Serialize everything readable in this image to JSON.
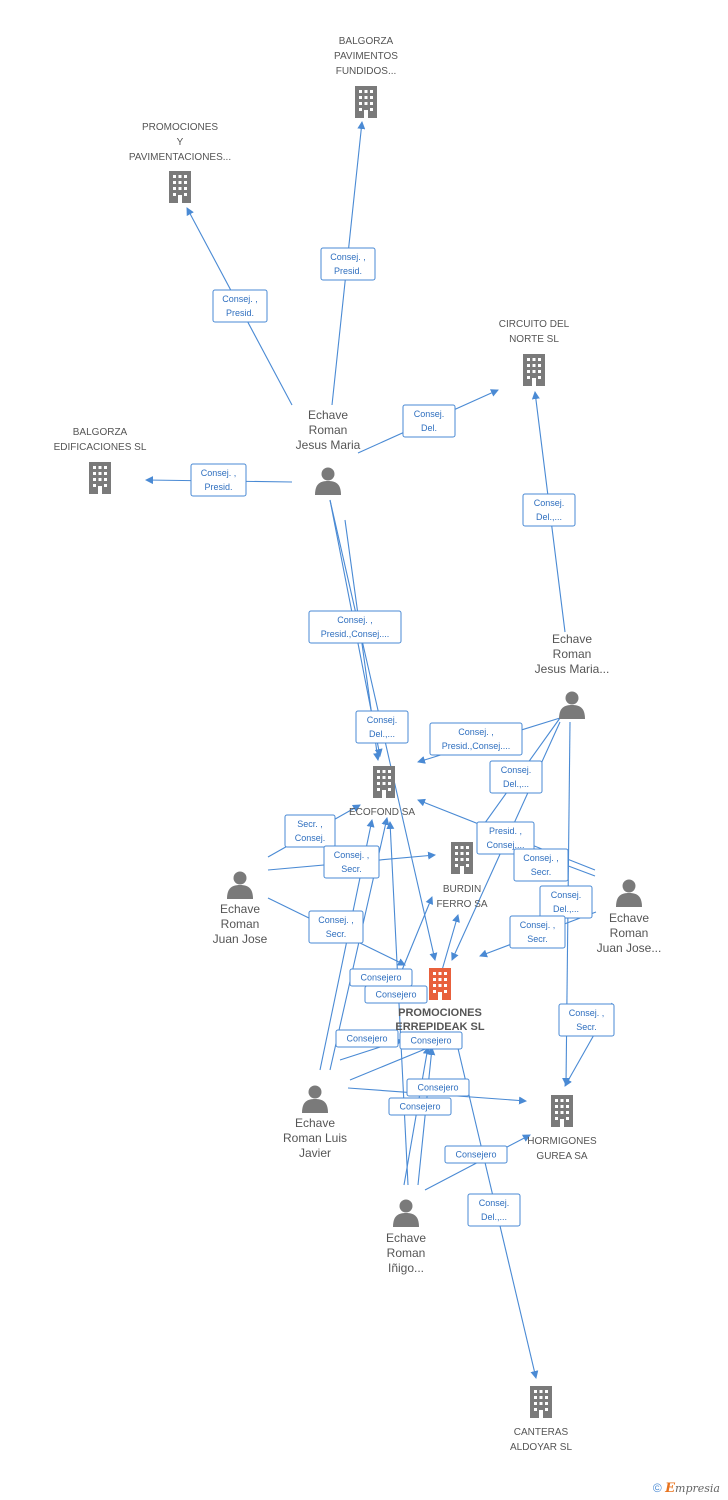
{
  "colors": {
    "edge": "#4a8ad4",
    "company": "#7a7a7a",
    "main_company": "#e8603c",
    "person": "#7a7a7a",
    "label_text": "#2f6fbf"
  },
  "nodes": [
    {
      "id": "balgorza_pav",
      "type": "company",
      "lines": [
        "BALGORZA",
        "PAVIMENTOS",
        "FUNDIDOS..."
      ]
    },
    {
      "id": "promo_pav",
      "type": "company",
      "lines": [
        "PROMOCIONES",
        "Y",
        "PAVIMENTACIONES..."
      ]
    },
    {
      "id": "circuito",
      "type": "company",
      "lines": [
        "CIRCUITO DEL",
        "NORTE SL"
      ]
    },
    {
      "id": "balgorza_edif",
      "type": "company",
      "lines": [
        "BALGORZA",
        "EDIFICACIONES SL"
      ]
    },
    {
      "id": "p_jesus",
      "type": "person",
      "lines": [
        "Echave",
        "Roman",
        "Jesus Maria"
      ]
    },
    {
      "id": "p_jesus2",
      "type": "person",
      "lines": [
        "Echave",
        "Roman",
        "Jesus Maria..."
      ]
    },
    {
      "id": "ecofond",
      "type": "company",
      "lines": [
        "ECOFOND SA"
      ]
    },
    {
      "id": "burdin",
      "type": "company",
      "lines": [
        "BURDIN",
        "FERRO SA"
      ]
    },
    {
      "id": "p_juanjose",
      "type": "person",
      "lines": [
        "Echave",
        "Roman",
        "Juan Jose"
      ]
    },
    {
      "id": "p_juanjose2",
      "type": "person",
      "lines": [
        "Echave",
        "Roman",
        "Juan Jose..."
      ]
    },
    {
      "id": "main",
      "type": "main",
      "lines": [
        "PROMOCIONES",
        "ERREPIDEAK SL"
      ]
    },
    {
      "id": "p_luis",
      "type": "person",
      "lines": [
        "Echave",
        "Roman Luis",
        "Javier"
      ]
    },
    {
      "id": "hormigones",
      "type": "company",
      "lines": [
        "HORMIGONES",
        "GUREA SA"
      ]
    },
    {
      "id": "p_inigo",
      "type": "person",
      "lines": [
        "Echave",
        "Roman",
        "Iñigo..."
      ]
    },
    {
      "id": "canteras",
      "type": "company",
      "lines": [
        "CANTERAS",
        "ALDOYAR SL"
      ]
    }
  ],
  "edge_labels": [
    {
      "id": "l1",
      "lines": [
        "Consej. ,",
        "Presid."
      ]
    },
    {
      "id": "l2",
      "lines": [
        "Consej. ,",
        "Presid."
      ]
    },
    {
      "id": "l3",
      "lines": [
        "Consej.",
        "Del."
      ]
    },
    {
      "id": "l4",
      "lines": [
        "Consej. ,",
        "Presid."
      ]
    },
    {
      "id": "l5",
      "lines": [
        "Consej.",
        "Del.,..."
      ]
    },
    {
      "id": "l6",
      "lines": [
        "Consej. ,",
        "Presid.,Consej...."
      ]
    },
    {
      "id": "l7",
      "lines": [
        "Consej.",
        "Del.,..."
      ]
    },
    {
      "id": "l8",
      "lines": [
        "Consej. ,",
        "Presid.,Consej...."
      ]
    },
    {
      "id": "l9",
      "lines": [
        "Consej.",
        "Del.,..."
      ]
    },
    {
      "id": "l10",
      "lines": [
        "Secr. ,",
        "Consej."
      ]
    },
    {
      "id": "l11",
      "lines": [
        "Consej. ,",
        "Secr."
      ]
    },
    {
      "id": "l12",
      "lines": [
        "Presid. ,",
        "Consej...."
      ]
    },
    {
      "id": "l13",
      "lines": [
        "Consej. ,",
        "Secr."
      ]
    },
    {
      "id": "l14",
      "lines": [
        "Consej.",
        "Del.,..."
      ]
    },
    {
      "id": "l15",
      "lines": [
        "Consej. ,",
        "Secr."
      ]
    },
    {
      "id": "l16",
      "lines": [
        "Consej. ,",
        "Secr."
      ]
    },
    {
      "id": "l17",
      "lines": [
        "Consejero"
      ]
    },
    {
      "id": "l18",
      "lines": [
        "Consejero"
      ]
    },
    {
      "id": "l19",
      "lines": [
        "Consejero"
      ]
    },
    {
      "id": "l20",
      "lines": [
        "Consejero"
      ]
    },
    {
      "id": "l21",
      "lines": [
        "Consejero"
      ]
    },
    {
      "id": "l22",
      "lines": [
        "Consejero"
      ]
    },
    {
      "id": "l23",
      "lines": [
        "Consejero"
      ]
    },
    {
      "id": "l24",
      "lines": [
        "Consej. ,",
        "Secr."
      ]
    },
    {
      "id": "l25",
      "lines": [
        "Consej.",
        "Del.,..."
      ]
    }
  ],
  "footer": {
    "copyright": "©",
    "brand_initial": "E",
    "brand_rest": "mpresia"
  }
}
